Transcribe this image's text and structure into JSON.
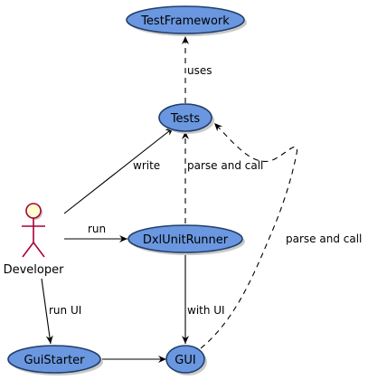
{
  "colors": {
    "usecase_fill": "#6a97e0",
    "usecase_stroke": "#213f6b",
    "actor_fill": "#fefece",
    "actor_stroke": "#a80036",
    "line": "#000000",
    "shadow": "#c9c9c9"
  },
  "actor": {
    "name": "Developer",
    "icon": "stick-figure-icon"
  },
  "usecases": {
    "test_framework": "TestFramework",
    "tests": "Tests",
    "dxl_unit_runner": "DxlUnitRunner",
    "gui_starter": "GuiStarter",
    "gui": "GUI"
  },
  "edges": {
    "uses": "uses",
    "write": "write",
    "parse_and_call_runner": "parse and call",
    "run": "run",
    "parse_and_call_gui": "parse and call",
    "with_ui": "with UI",
    "run_ui": "run UI"
  }
}
